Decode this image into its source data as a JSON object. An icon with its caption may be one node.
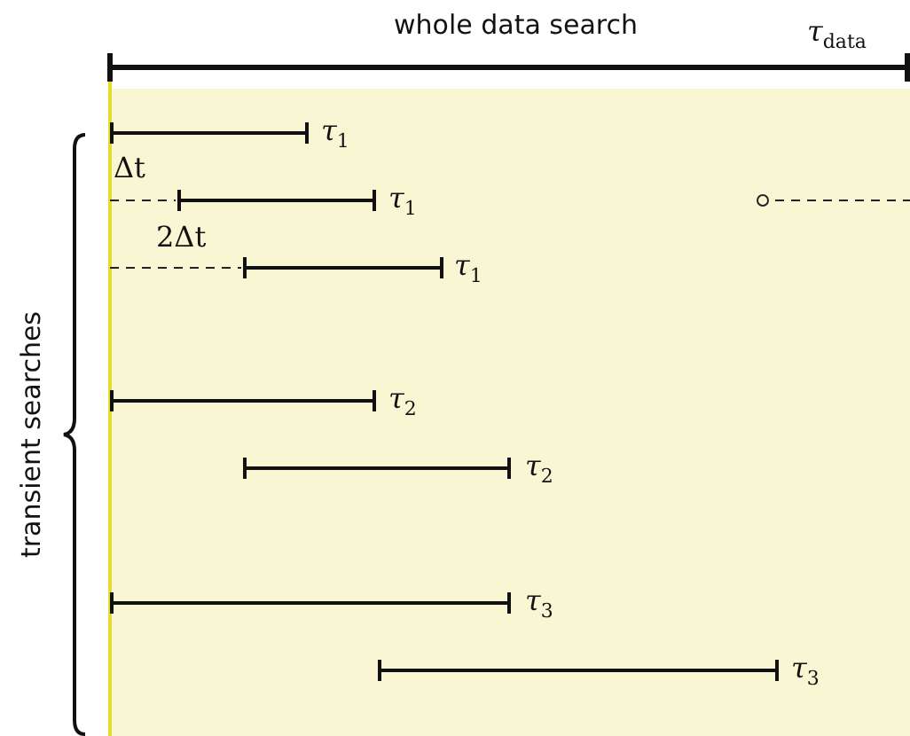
{
  "diagram": {
    "labels": [
      "whole data search",
      "*τ*$_{data}$",
      "*τ*$_{1}$",
      "Δt",
      "*τ*$_{1}$",
      "2Δt",
      "*τ*$_{1}$",
      "transient searches",
      "*τ*$_{2}$",
      "*τ*$_{2}$",
      "*τ*$_{3}$",
      "*τ*$_{3}$"
    ]
  }
}
